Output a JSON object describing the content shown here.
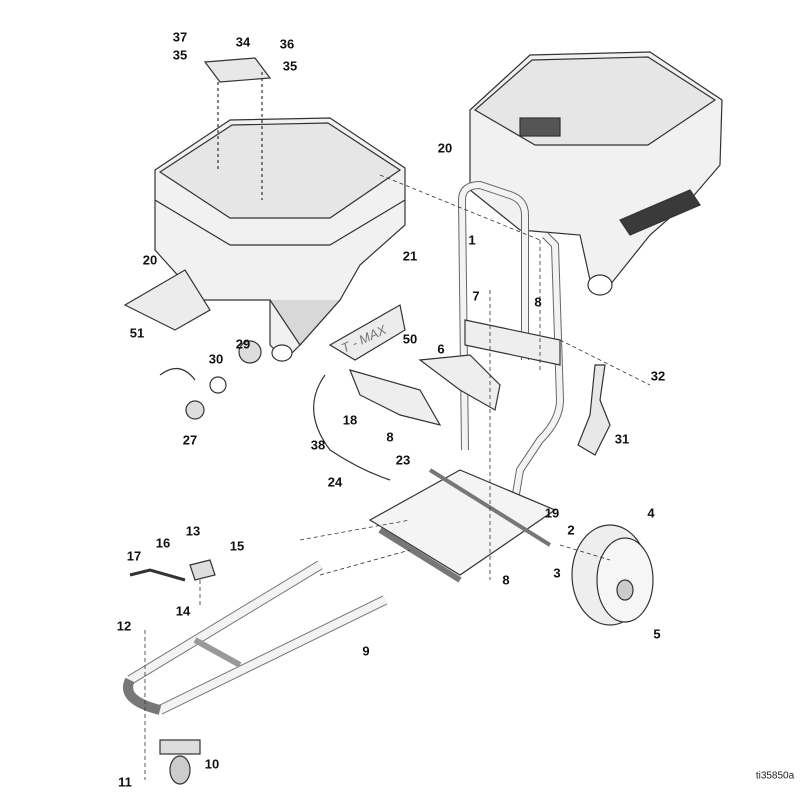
{
  "diagram": {
    "reference_id": "ti35850a",
    "decal_text": "T - MAX",
    "callouts": [
      "37",
      "35",
      "34",
      "36",
      "35",
      "20",
      "20",
      "21",
      "1",
      "7",
      "8",
      "51",
      "50",
      "30",
      "29",
      "6",
      "32",
      "18",
      "38",
      "8",
      "27",
      "31",
      "23",
      "24",
      "19",
      "4",
      "2",
      "13",
      "16",
      "15",
      "17",
      "3",
      "8",
      "14",
      "12",
      "9",
      "5",
      "10",
      "11"
    ]
  }
}
